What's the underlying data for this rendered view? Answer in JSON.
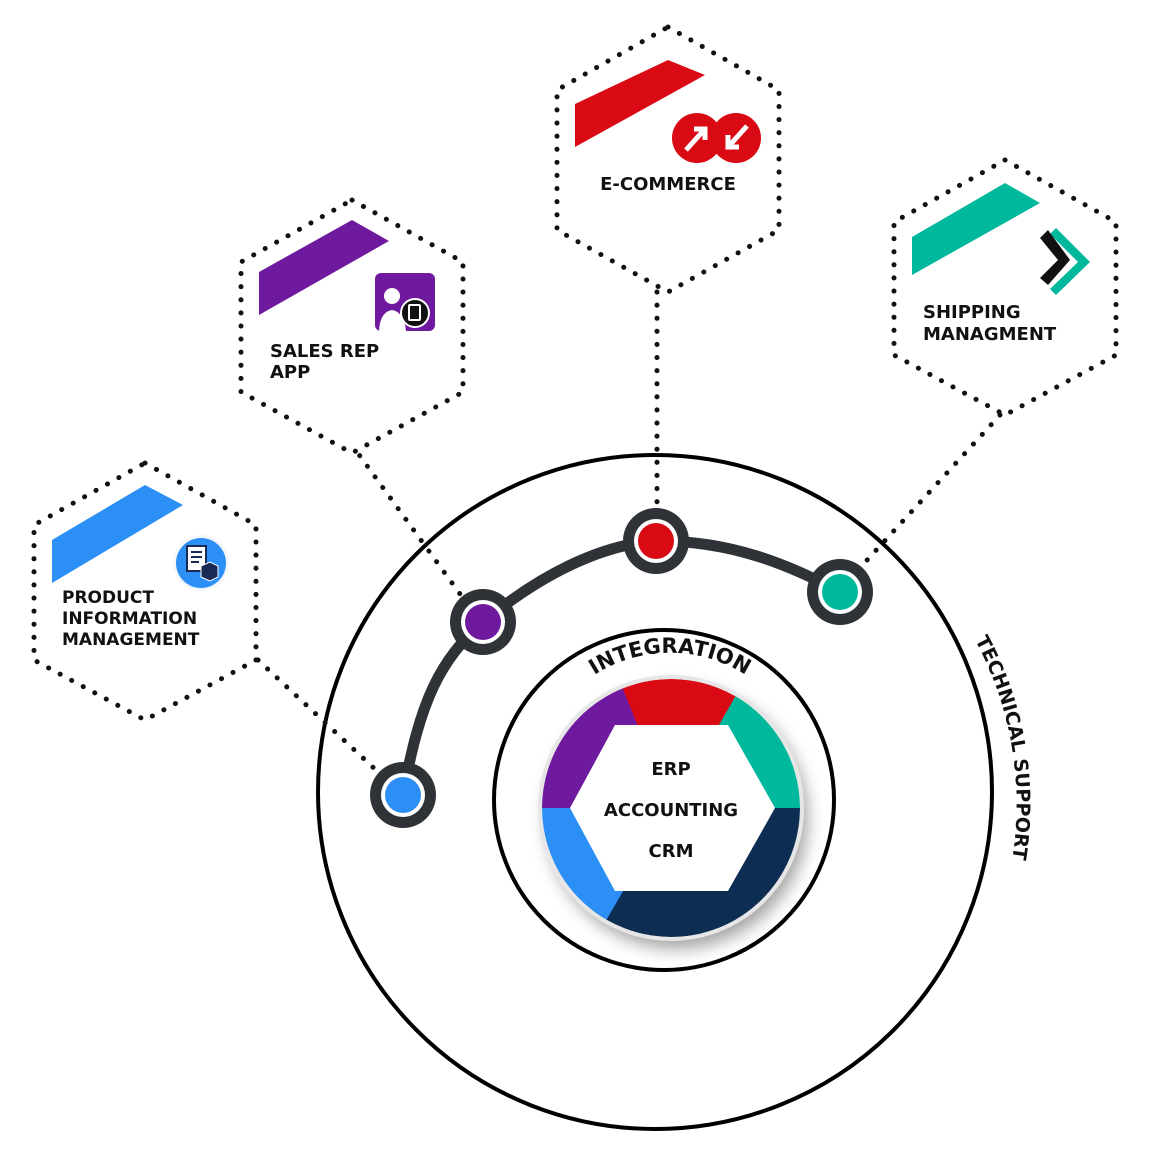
{
  "diagram": {
    "core": {
      "lines": [
        "ERP",
        "ACCOUNTING",
        "CRM"
      ]
    },
    "rings": {
      "inner_label": "INTEGRATION",
      "outer_label": "TECHNICAL SUPPORT"
    },
    "modules": [
      {
        "id": "pim",
        "lines": [
          "PRODUCT",
          "INFORMATION",
          "MANAGEMENT"
        ],
        "color": "#2b8ff5",
        "icon": "document-box-icon"
      },
      {
        "id": "sales-rep",
        "lines": [
          "SALES REP",
          "APP"
        ],
        "color": "#6f1a9e",
        "icon": "sales-rep-tablet-icon"
      },
      {
        "id": "ecommerce",
        "lines": [
          "E-COMMERCE"
        ],
        "color": "#d90a14",
        "icon": "arrows-exchange-icon"
      },
      {
        "id": "shipping",
        "lines": [
          "SHIPPING",
          "MANAGMENT"
        ],
        "color": "#00b89c",
        "icon": "chevron-right-double-icon"
      }
    ],
    "wheel_colors": [
      "#d90a14",
      "#00b89c",
      "#0d2d52",
      "#0d2d52",
      "#2b8ff5",
      "#6f1a9e"
    ],
    "arc_color": "#2f3337"
  }
}
